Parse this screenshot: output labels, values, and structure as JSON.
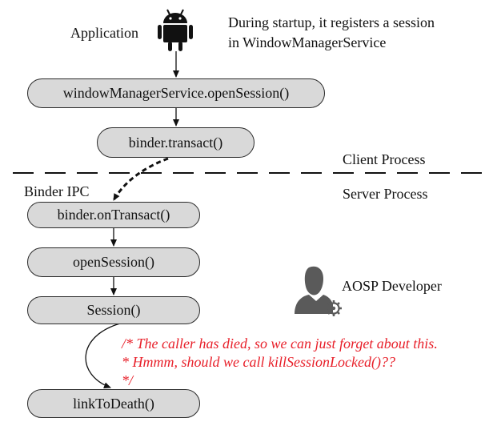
{
  "application_label": "Application",
  "startup_note": [
    "During startup, it registers a session",
    "in WindowManagerService"
  ],
  "nodes": {
    "open_session_call": "windowManagerService.openSession()",
    "binder_transact": "binder.transact()",
    "binder_on_transact": "binder.onTransact()",
    "open_session": "openSession()",
    "session": "Session()",
    "link_to_death": "linkToDeath()"
  },
  "process_labels": {
    "client": "Client Process",
    "server": "Server Process",
    "ipc": "Binder IPC"
  },
  "developer_label": "AOSP Developer",
  "code_comment": [
    "/* The caller has died, so we can just forget about this.",
    " * Hmmm, should we call  killSessionLocked()??",
    " */"
  ],
  "colors": {
    "node_fill": "#d9d9d9",
    "comment": "#e8202a",
    "android_icon": "#111111",
    "developer_icon": "#5a5a5a"
  },
  "icons": [
    "android-icon",
    "developer-icon",
    "gear-icon"
  ]
}
